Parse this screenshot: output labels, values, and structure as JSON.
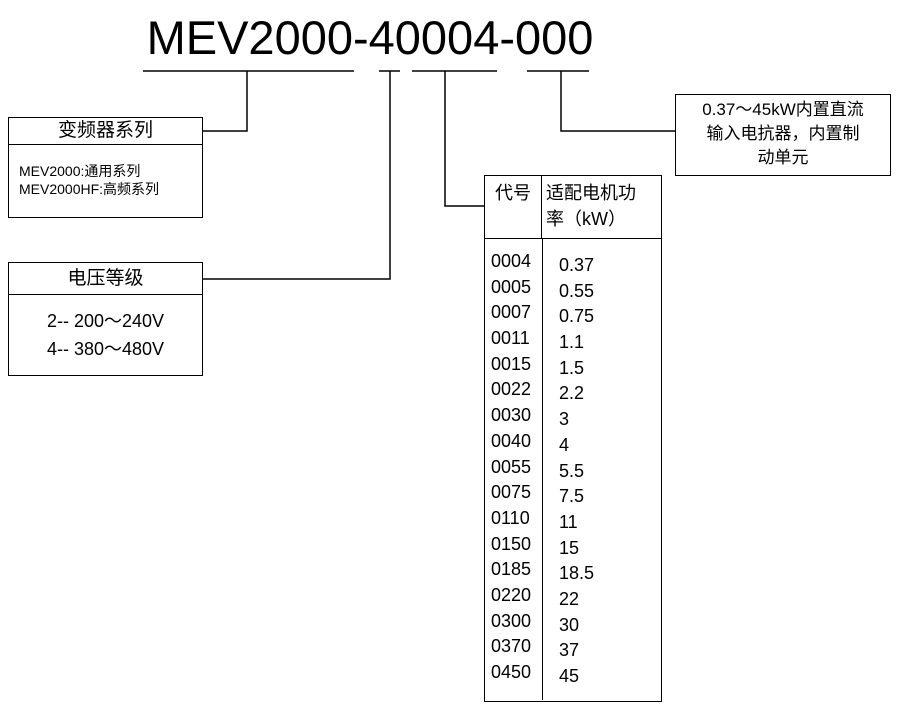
{
  "model_code": "MEV2000-40004-000",
  "series": {
    "title": "变频器系列",
    "lines": [
      "MEV2000:通用系列",
      "MEV2000HF:高频系列"
    ]
  },
  "voltage": {
    "title": "电压等级",
    "lines": [
      "2-- 200～240V",
      "4-- 380～480V"
    ]
  },
  "extension": {
    "lines": [
      "0.37～45kW内置直流",
      "输入电抗器，内置制",
      "动单元"
    ]
  },
  "power_table": {
    "header_code": "代号",
    "header_power_line1": "适配电机功",
    "header_power_line2": "率（kW）",
    "rows": [
      {
        "code": "0004",
        "power": "0.37"
      },
      {
        "code": "0005",
        "power": "0.55"
      },
      {
        "code": "0007",
        "power": "0.75"
      },
      {
        "code": "0011",
        "power": "1.1"
      },
      {
        "code": "0015",
        "power": "1.5"
      },
      {
        "code": "0022",
        "power": "2.2"
      },
      {
        "code": "0030",
        "power": "3"
      },
      {
        "code": "0040",
        "power": "4"
      },
      {
        "code": "0055",
        "power": "5.5"
      },
      {
        "code": "0075",
        "power": "7.5"
      },
      {
        "code": "0110",
        "power": "11"
      },
      {
        "code": "0150",
        "power": "15"
      },
      {
        "code": "0185",
        "power": "18.5"
      },
      {
        "code": "0220",
        "power": "22"
      },
      {
        "code": "0300",
        "power": "30"
      },
      {
        "code": "0370",
        "power": "37"
      },
      {
        "code": "0450",
        "power": "45"
      }
    ]
  }
}
